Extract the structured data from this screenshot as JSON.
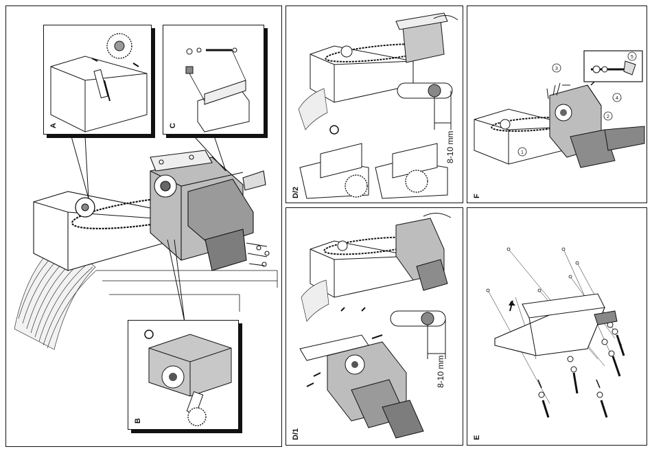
{
  "panels": {
    "main": {
      "label": ""
    },
    "d2": {
      "label": "D/2",
      "measurement": "8-10 mm"
    },
    "d1": {
      "label": "D/1",
      "measurement": "8-10 mm"
    },
    "f": {
      "label": "F",
      "callouts": [
        "1",
        "2",
        "3",
        "4",
        "5"
      ]
    },
    "e": {
      "label": "E"
    }
  },
  "details": {
    "a": {
      "label": "A"
    },
    "b": {
      "label": "B"
    },
    "c": {
      "label": "C"
    }
  },
  "colors": {
    "ink": "#111111",
    "shade": "#8a8a8a",
    "light": "#cfcfcf",
    "paper": "#ffffff"
  }
}
